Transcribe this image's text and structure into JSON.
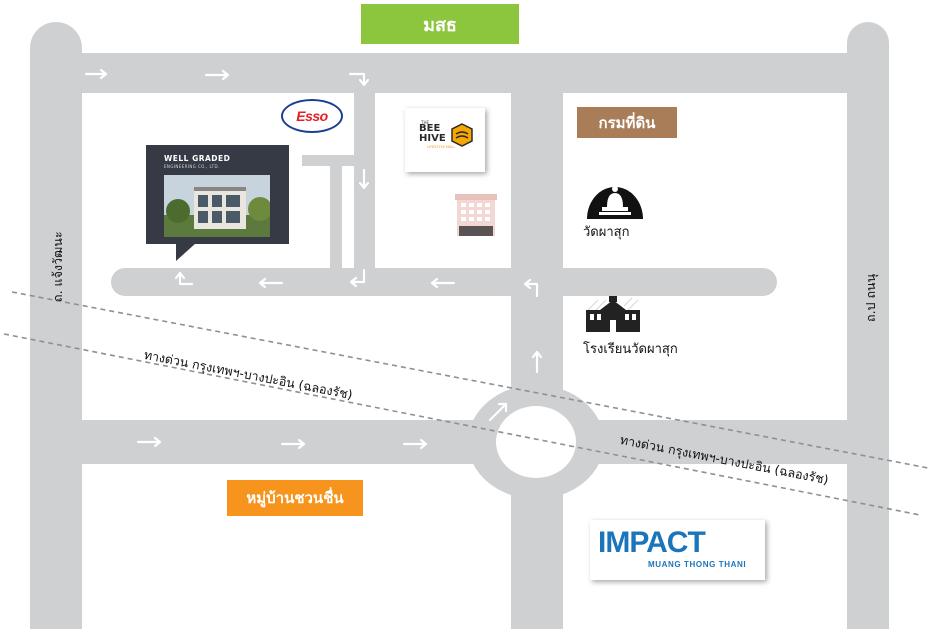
{
  "roads": {
    "top": "มสธ",
    "left": "ถ. แจ้งวัฒนะ",
    "right": "ถ.ป ถนนุ",
    "bottom_left": "หมู่บ้านชวนชื่น",
    "expressway_upper": "ทางด่วน กรุงเทพฯ-บางปะอิน (ฉลองรัช)",
    "expressway_lower": "ทางด่วน กรุงเทพฯ-บางปะอิน (ฉลองรัช)"
  },
  "landmarks": {
    "esso": "Esso",
    "beehive_small": "THE",
    "beehive_name_1": "BEE",
    "beehive_name_2": "HIVE",
    "beehive_sub": "LIFESTYLE MALL",
    "land_dept": "กรมที่ดิน",
    "temple": "วัดผาสุก",
    "school": "โรงเรียนวัดผาสุก",
    "impact_logo": "IMPACT",
    "impact_sub": "MUANG THONG THANI"
  },
  "office": {
    "name": "WELL GRADED",
    "sub": "ENGINEERING CO., LTD."
  },
  "colors": {
    "road": "#cfd0d2",
    "green": "#8cc63f",
    "brown": "#a97d58",
    "orange": "#f7941d",
    "impact_blue": "#1b75bb",
    "esso_red": "#e31e24",
    "esso_blue": "#1b3f94"
  }
}
